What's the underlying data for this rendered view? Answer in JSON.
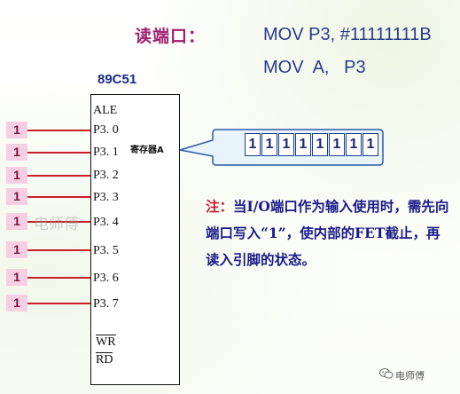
{
  "header": {
    "read_port_label": "读端口：",
    "code_line_1": "MOV P3, #11111111B",
    "code_line_2": "MOV  A,   P3"
  },
  "chip": {
    "name": "89C51",
    "ale": "ALE",
    "pins": [
      "P3. 0",
      "P3. 1",
      "P3. 2",
      "P3. 3",
      "P3. 4",
      "P3. 5",
      "P3. 6",
      "P3. 7"
    ],
    "wr": "WR",
    "rd": "RD",
    "register_label": "寄存器A"
  },
  "inputs": [
    "1",
    "1",
    "1",
    "1",
    "1",
    "1",
    "1",
    "1"
  ],
  "register_bits": [
    "1",
    "1",
    "1",
    "1",
    "1",
    "1",
    "1",
    "1"
  ],
  "note": {
    "head": "注：",
    "body": "当I/O端口作为输入使用时，需先向端口写入“1”，使内部的FET截止，再读入引脚的状态。"
  },
  "watermark": {
    "left": "电师傅",
    "bottom_right": "电师傅"
  },
  "colors": {
    "title": "#a0206e",
    "code": "#2a3a8c",
    "wire": "#c81e2a",
    "input_box": "#f6cfe3",
    "bubble_fill": "#e8f4fb",
    "bubble_stroke": "#2a5aa8"
  }
}
